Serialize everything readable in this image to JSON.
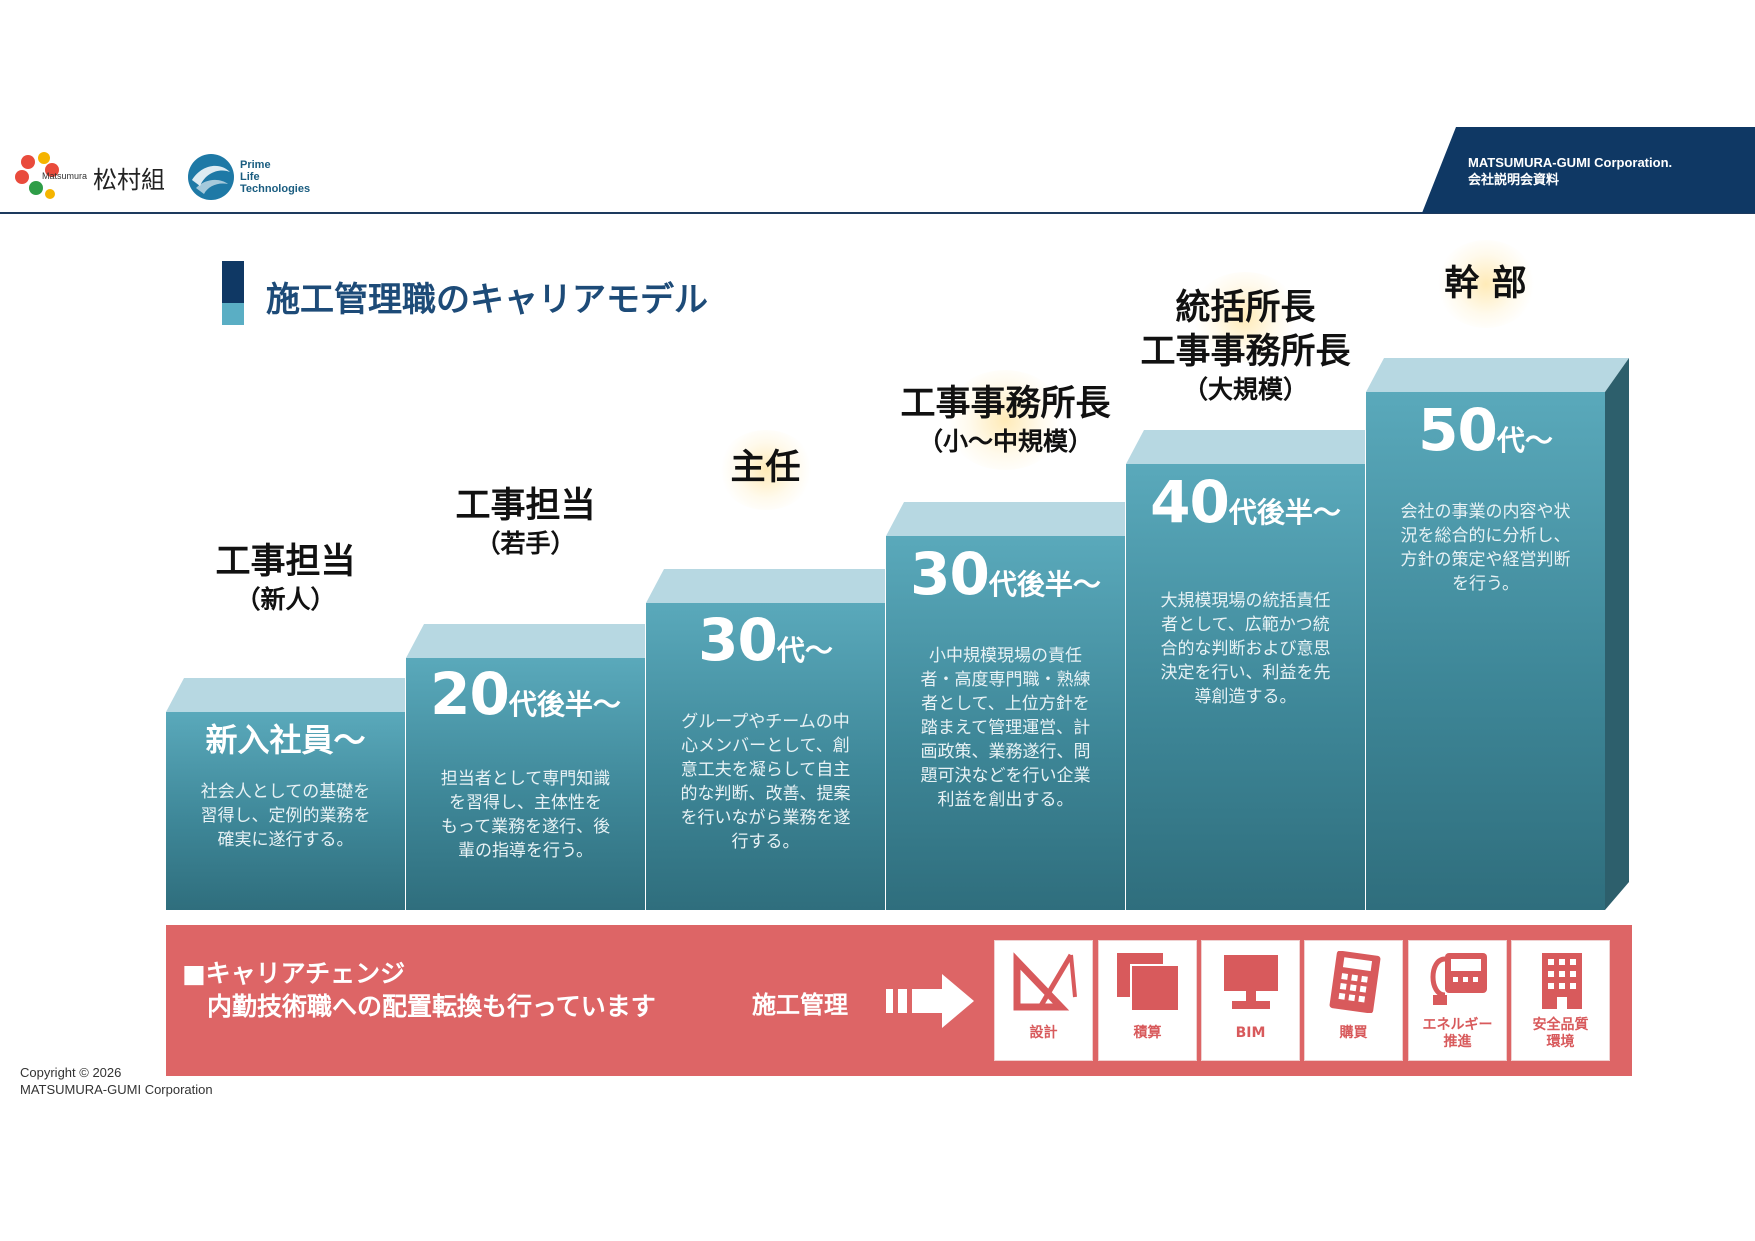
{
  "header": {
    "logo_brand_small": "Matsumura",
    "logo_brand_kanji": "松村組",
    "partner_logo_lines": [
      "Prime",
      "Life",
      "Technologies"
    ],
    "banner_line1": "MATSUMURA-GUMI Corporation.",
    "banner_line2": "会社説明会資料",
    "colors": {
      "navy": "#0f3864",
      "accent": "#5aaec4"
    }
  },
  "page_title": "施工管理職のキャリアモデル",
  "steps": [
    {
      "role_main": "工事担当",
      "role_sub": "（新人）",
      "age_num": "",
      "age_suffix": "新入社員〜",
      "desc": [
        "社会人としての基礎を",
        "習得し、定例的業務を",
        "確実に遂行する。"
      ]
    },
    {
      "role_main": "工事担当",
      "role_sub": "（若手）",
      "age_num": "20",
      "age_suffix": "代後半〜",
      "desc": [
        "担当者として専門知識",
        "を習得し、主体性を",
        "もって業務を遂行、後",
        "輩の指導を行う。"
      ]
    },
    {
      "role_main": "主任",
      "role_sub": "",
      "age_num": "30",
      "age_suffix": "代〜",
      "desc": [
        "グループやチームの中",
        "心メンバーとして、創",
        "意工夫を凝らして自主",
        "的な判断、改善、提案",
        "を行いながら業務を遂",
        "行する。"
      ]
    },
    {
      "role_main": "工事事務所長",
      "role_sub": "（小〜中規模）",
      "age_num": "30",
      "age_suffix": "代後半〜",
      "desc": [
        "小中規模現場の責任",
        "者・高度専門職・熟練",
        "者として、上位方針を",
        "踏まえて管理運営、計",
        "画政策、業務遂行、問",
        "題可決などを行い企業",
        "利益を創出する。"
      ]
    },
    {
      "role_main": "統括所長",
      "role_main2": "工事事務所長",
      "role_sub": "（大規模）",
      "age_num": "40",
      "age_suffix": "代後半〜",
      "desc": [
        "大規模現場の統括責任",
        "者として、広範かつ統",
        "合的な判断および意思",
        "決定を行い、利益を先",
        "導創造する。"
      ]
    },
    {
      "role_main": "幹 部",
      "role_sub": "",
      "age_num": "50",
      "age_suffix": "代〜",
      "desc": [
        "会社の事業の内容や状",
        "況を総合的に分析し、",
        "方針の策定や経営判断",
        "を行う。"
      ]
    }
  ],
  "career_change": {
    "title_line1": "■キャリアチェンジ",
    "title_line2": "　内勤技術職への配置転換も行っています",
    "from_label": "施工管理",
    "arrow_icon": "arrow-right-icon",
    "band_color": "#dd6566",
    "tiles": [
      {
        "icon": "drafting-tools-icon",
        "label": [
          "設計"
        ]
      },
      {
        "icon": "documents-icon",
        "label": [
          "積算"
        ]
      },
      {
        "icon": "monitor-icon",
        "label": [
          "BIM"
        ]
      },
      {
        "icon": "calculator-icon",
        "label": [
          "購買"
        ]
      },
      {
        "icon": "phone-icon",
        "label": [
          "エネルギー",
          "推進"
        ]
      },
      {
        "icon": "building-icon",
        "label": [
          "安全品質",
          "環境"
        ]
      }
    ]
  },
  "copyright": {
    "line1": "Copyright © 2026",
    "line2": "MATSUMURA-GUMI Corporation"
  }
}
